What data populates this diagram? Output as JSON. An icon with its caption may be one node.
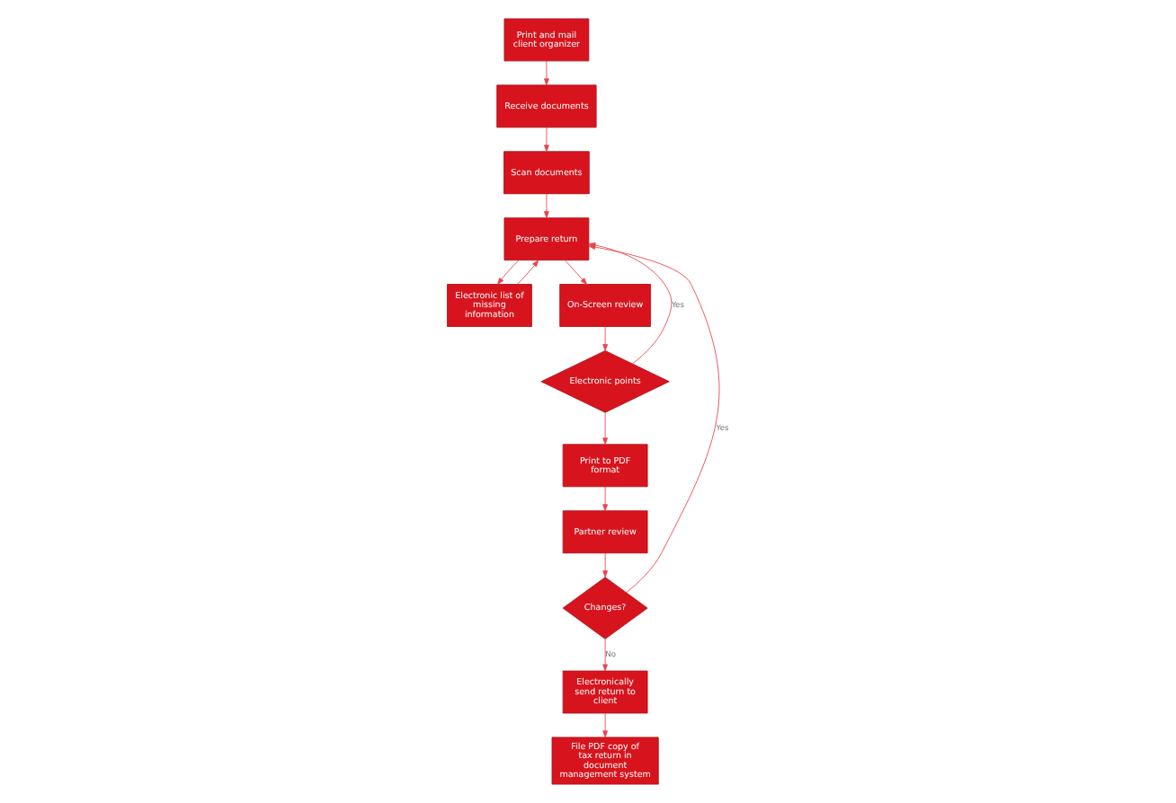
{
  "diagram": {
    "nodes": [
      {
        "text": [
          "Print and mail client organizer"
        ]
      },
      {
        "text": [
          "Receive documents"
        ]
      },
      {
        "text": [
          "Scan documents"
        ]
      },
      {
        "text": [
          "Prepare return"
        ]
      },
      {
        "text": [
          "Electronic list of missing information"
        ]
      },
      {
        "text": [
          "On-Screen review"
        ]
      },
      {
        "text": [
          "Electronic points"
        ]
      },
      {
        "text": [
          "Print to PDF format"
        ]
      },
      {
        "text": [
          "Partner review"
        ]
      },
      {
        "text": [
          "Changes?"
        ]
      },
      {
        "text": [
          "Electronically send return to client"
        ]
      },
      {
        "text": [
          "File PDF copy of tax return in document management system"
        ]
      }
    ],
    "edges": [
      {
        "from": 0,
        "to": 1,
        "arrow": "to"
      },
      {
        "from": 1,
        "to": 2,
        "arrow": "to"
      },
      {
        "from": 2,
        "to": 3,
        "arrow": "to"
      },
      {
        "from": 3,
        "to": 4,
        "arrow": "to"
      },
      {
        "from": 4,
        "to": 3,
        "arrow": "to"
      },
      {
        "from": 3,
        "to": 5,
        "arrow": "to"
      },
      {
        "from": 5,
        "to": 6,
        "arrow": "to"
      },
      {
        "from": 6,
        "to": 3,
        "arrow": "to",
        "label": "Yes"
      },
      {
        "from": 6,
        "to": 7,
        "arrow": "to"
      },
      {
        "from": 7,
        "to": 8,
        "arrow": "to"
      },
      {
        "from": 8,
        "to": 9,
        "arrow": "to"
      },
      {
        "from": 9,
        "to": 3,
        "arrow": "to",
        "label": "Yes"
      },
      {
        "from": 9,
        "to": 10,
        "arrow": "to",
        "label": "No"
      },
      {
        "from": 10,
        "to": 11,
        "arrow": "to"
      }
    ]
  }
}
